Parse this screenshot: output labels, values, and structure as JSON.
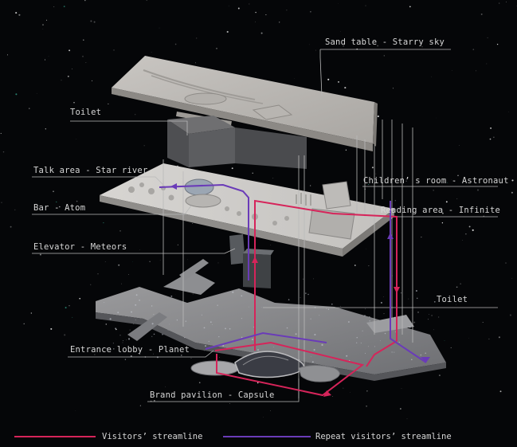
{
  "labels": {
    "sand_table": "Sand table - Starry sky",
    "toilet_top": "Toilet",
    "talk_area": "Talk area - Star river",
    "childrens_room": "Children’ s room - Astronaut",
    "bar": "Bar - Atom",
    "reading_area": "Reading area - Infinite",
    "elevator": "Elevator - Meteors",
    "toilet_lower": "Toilet",
    "entrance_lobby": "Entrance lobby - Planet",
    "brand_pavilion": "Brand pavilion - Capsule"
  },
  "legend": {
    "visitors": "Visitors’ streamline",
    "repeat_visitors": "Repeat visitors’ streamline"
  },
  "colors": {
    "background": "#050608",
    "visitors_line": "#d6245a",
    "repeat_line": "#6a3bb8",
    "leader_line": "#b9b9b9",
    "label_text": "#d6d6d6"
  }
}
